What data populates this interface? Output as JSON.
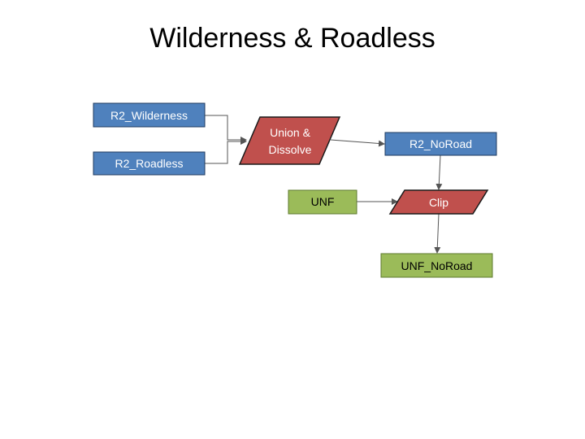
{
  "slide": {
    "title": "Wilderness & Roadless"
  },
  "diagram": {
    "colors": {
      "data_fill": "#4F81BD",
      "data_stroke": "#1F3A5F",
      "process_fill": "#C0504D",
      "process_stroke": "#1a1a1a",
      "output_fill": "#9BBB59",
      "output_stroke": "#5E7A2E",
      "edge": "#555555"
    },
    "nodes": {
      "r2_wilderness": "R2_Wilderness",
      "r2_roadless": "R2_Roadless",
      "union_dissolve_line1": "Union &",
      "union_dissolve_line2": "Dissolve",
      "r2_noroad": "R2_NoRoad",
      "unf": "UNF",
      "clip": "Clip",
      "unf_noroad": "UNF_NoRoad"
    }
  }
}
